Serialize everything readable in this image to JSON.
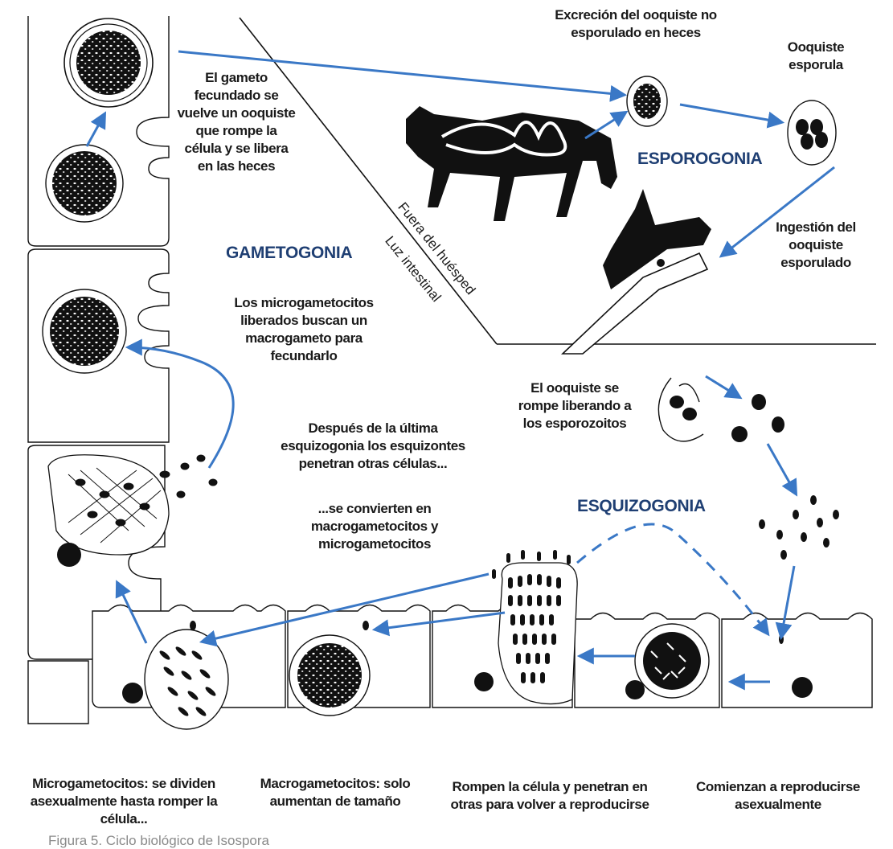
{
  "colors": {
    "arrow": "#3a78c6",
    "ink": "#111111",
    "stage_label": "#1f3f73"
  },
  "stages": {
    "esporogonia": "ESPOROGONIA",
    "gametogonia": "GAMETOGONIA",
    "esquizogonia": "ESQUIZOGONIA"
  },
  "boundary_labels": {
    "fuera": "Fuera del huésped",
    "luz": "Luz intestinal"
  },
  "annotations": {
    "gameto_fecundado": "El gameto\nfecundado se\nvuelve un ooquiste\nque rompe la\ncélula y se libera\nen las heces",
    "excrecion": "Excreción del ooquiste no\nesporulado en heces",
    "ooquiste_esporula": "Ooquiste\nesporula",
    "ingestion": "Ingestión del\nooquiste\nesporulado",
    "microgametocitos_liberados": "Los microgametocitos\nliberados buscan un\nmacrogameto para\nfecundarlo",
    "ooquiste_rompe": "El ooquiste se\nrompe liberando a\nlos esporozoitos",
    "despues_esquizogonia": "Después de la última\nesquizogonia los esquizontes\npenetran otras células...",
    "se_convierten": "...se convierten en\nmacrogametocitos y\nmicrogametocitos",
    "microgametocitos_dividen": "Microgametocitos: se dividen\nasexualmente hasta romper la\ncélula...",
    "macrogametocitos": "Macrogametocitos: solo\naumentan de tamaño",
    "rompen_celula": "Rompen la célula y penetran en\notras para volver a reproducirse",
    "comienzan": "Comienzan a reproducirse\nasexualmente"
  },
  "caption": "Figura 5. Ciclo biológico de Isospora"
}
